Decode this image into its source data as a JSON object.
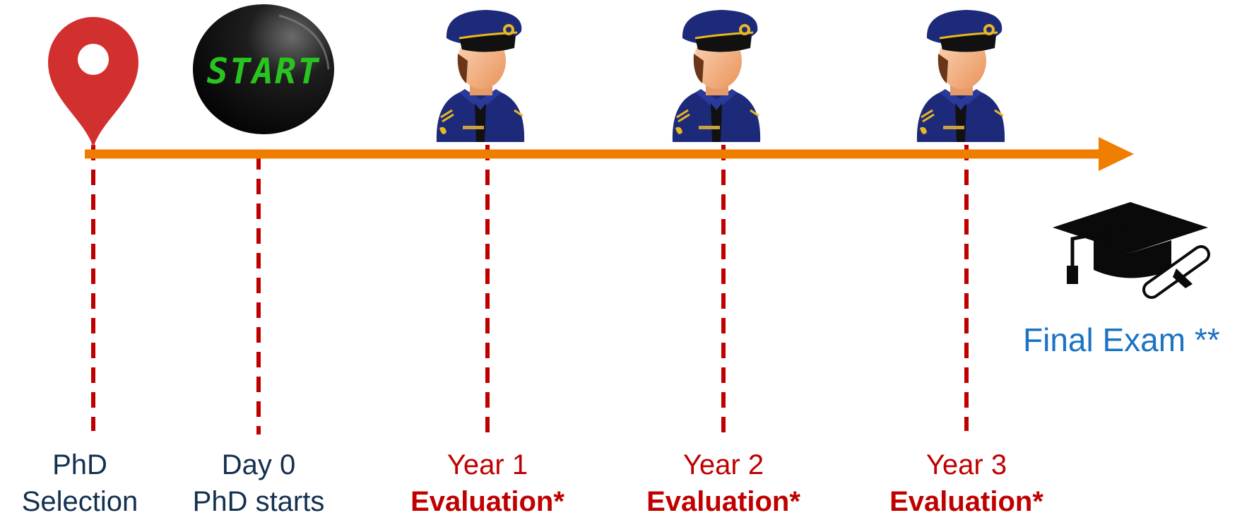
{
  "timeline": {
    "axis_color": "#ef7d00",
    "marker_color": "#c00000",
    "milestones": [
      {
        "icon": "location-pin-icon",
        "line1": "PhD",
        "line2": "Selection",
        "style": "dark"
      },
      {
        "icon": "start-button-icon",
        "start_text": "START",
        "line1": "Day 0",
        "line2": "PhD starts",
        "style": "dark"
      },
      {
        "icon": "officer-icon",
        "line1": "Year 1",
        "line2": "Evaluation*",
        "style": "red"
      },
      {
        "icon": "officer-icon",
        "line1": "Year 2",
        "line2": "Evaluation*",
        "style": "red"
      },
      {
        "icon": "officer-icon",
        "line1": "Year 3",
        "line2": "Evaluation*",
        "style": "red"
      }
    ],
    "final": {
      "icon": "graduation-cap-icon",
      "label": "Final Exam **"
    }
  },
  "colors": {
    "dark_text": "#14304f",
    "red_text": "#c00000",
    "final_text": "#1b73c4",
    "start_text": "#29c41f"
  }
}
